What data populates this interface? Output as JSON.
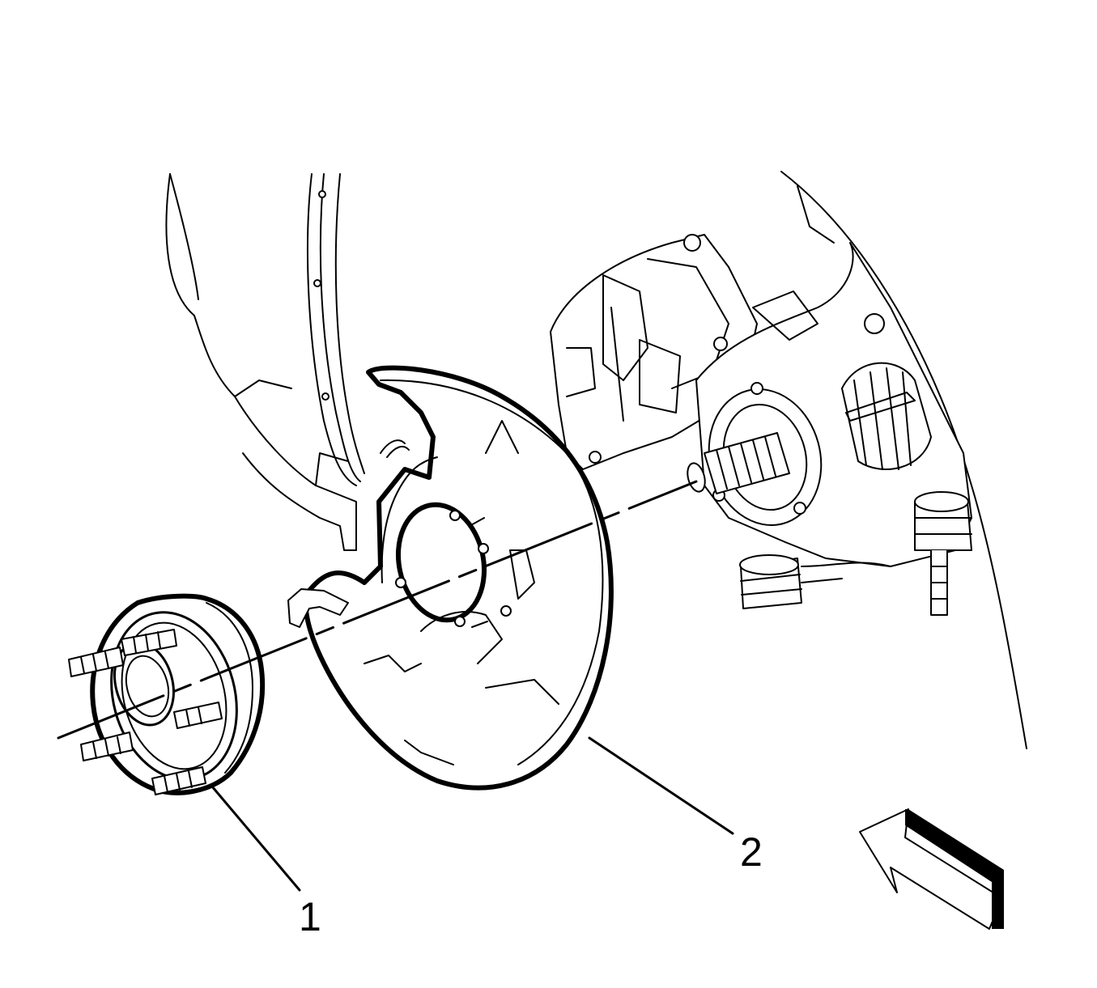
{
  "diagram": {
    "callouts": [
      {
        "id": "1",
        "label": "1"
      },
      {
        "id": "2",
        "label": "2"
      }
    ],
    "colors": {
      "line": "#000000",
      "background": "#ffffff"
    },
    "icons": [
      "direction-arrow-icon"
    ]
  }
}
